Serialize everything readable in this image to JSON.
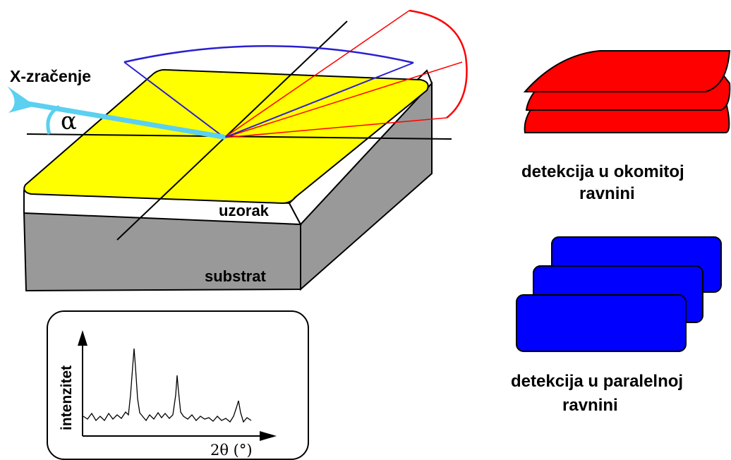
{
  "labels": {
    "xray": "X-zračenje",
    "alpha": "α",
    "sample": "uzorak",
    "substrate": "substrat",
    "perp_line1": "detekcija u okomitoj",
    "perp_line2": "ravnini",
    "par_line1": "detekcija u paralelnoj",
    "par_line2": "ravnini"
  },
  "inset": {
    "ylabel": "intenzitet",
    "xlabel": "2θ (°)"
  },
  "colors": {
    "film": "#ffff00",
    "substrate": "#999999",
    "beam": "#5bd0f0",
    "perpendicular": "#ff0000",
    "parallel": "#0000ff",
    "parallel_arc": "#2a1fd0"
  }
}
